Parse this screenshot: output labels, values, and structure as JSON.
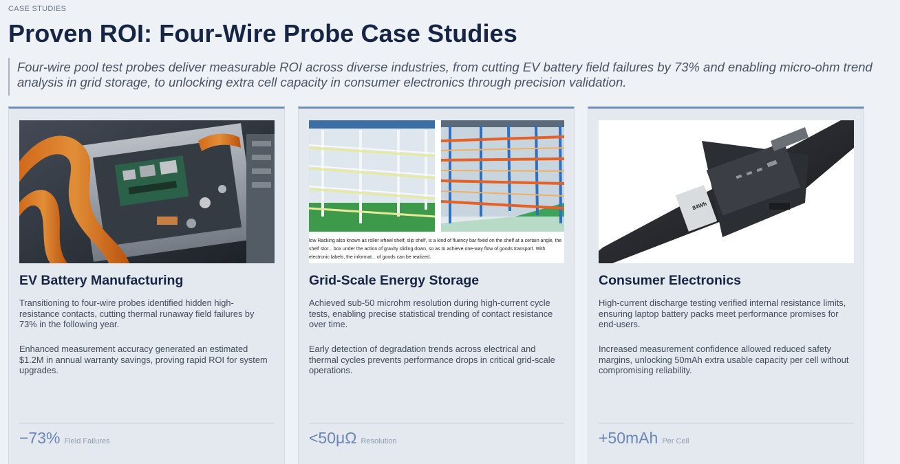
{
  "header": {
    "eyebrow": "CASE STUDIES",
    "title": "Proven ROI: Four-Wire Probe Case Studies",
    "subtitle": "Four-wire pool test probes deliver measurable ROI across diverse industries, from cutting EV battery field failures by 73% and enabling micro-ohm trend analysis in grid storage, to unlocking extra cell capacity in consumer electronics through precision validation."
  },
  "cards": [
    {
      "title": "EV Battery Manufacturing",
      "p1": "Transitioning to four-wire probes identified hidden high-resistance contacts, cutting thermal runaway field failures by 73% in the following year.",
      "p2": "Enhanced measurement accuracy generated an estimated $1.2M in annual warranty savings, proving rapid ROI for system upgrades.",
      "metric_value": "−73%",
      "metric_label": "Field Failures"
    },
    {
      "title": "Grid-Scale Energy Storage",
      "p1": "Achieved sub-50 microhm resolution during high-current cycle tests, enabling precise statistical trending of contact resistance over time.",
      "p2": "Early detection of degradation trends across electrical and thermal cycles prevents performance drops in critical grid-scale operations.",
      "metric_value": "<50μΩ",
      "metric_label": "Resolution",
      "image_caption": "low Racking also known as roller wheel shelf, slip shelf, is a kind of fluency bar fixed on the shelf at a certain angle, the shelf stor... box under the action of gravity sliding down, so as to achieve one-way flow of goods transport. With electronic labels, the informat... of goods can be realized."
    },
    {
      "title": "Consumer Electronics",
      "p1": "High-current discharge testing verified internal resistance limits, ensuring laptop battery packs meet performance promises for end-users.",
      "p2": "Increased measurement confidence allowed reduced safety margins, unlocking 50mAh extra usable capacity per cell without compromising reliability.",
      "metric_value": "+50mAh",
      "metric_label": "Per Cell",
      "image_label": "84Wh"
    }
  ],
  "colors": {
    "accent": "#6f8cbb",
    "title": "#172544",
    "card_bg": "#e4e8ef",
    "page_bg": "#eef1f6"
  }
}
